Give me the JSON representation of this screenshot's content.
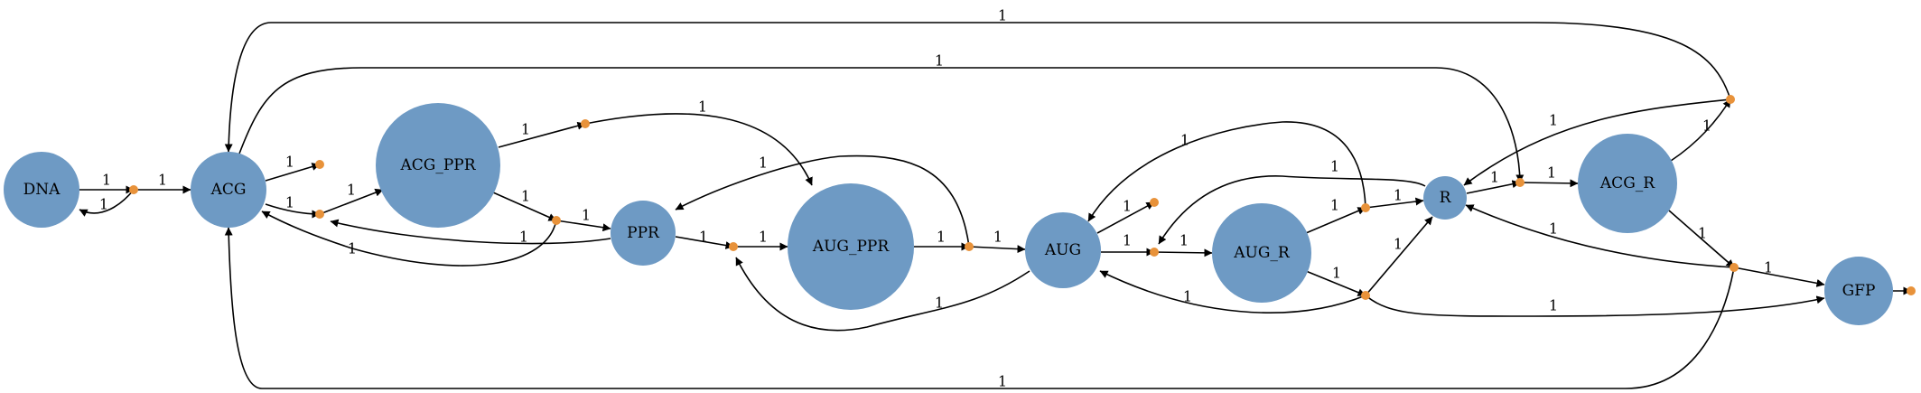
{
  "colors": {
    "species": "#6e9ac4",
    "reaction": "#e8923a",
    "edge": "#000000"
  },
  "diagram": {
    "species": [
      {
        "id": "DNA",
        "label": "DNA"
      },
      {
        "id": "ACG",
        "label": "ACG"
      },
      {
        "id": "ACG_PPR",
        "label": "ACG_PPR"
      },
      {
        "id": "PPR",
        "label": "PPR"
      },
      {
        "id": "AUG_PPR",
        "label": "AUG_PPR"
      },
      {
        "id": "AUG",
        "label": "AUG"
      },
      {
        "id": "AUG_R",
        "label": "AUG_R"
      },
      {
        "id": "R",
        "label": "R"
      },
      {
        "id": "ACG_R",
        "label": "ACG_R"
      },
      {
        "id": "GFP",
        "label": "GFP"
      }
    ],
    "reactions": [
      "r1",
      "r2",
      "r3",
      "r4",
      "r5",
      "r6",
      "r7",
      "r8",
      "r9",
      "r10",
      "r11",
      "r12",
      "r13",
      "r14",
      "r15"
    ],
    "edge_label": "1"
  }
}
